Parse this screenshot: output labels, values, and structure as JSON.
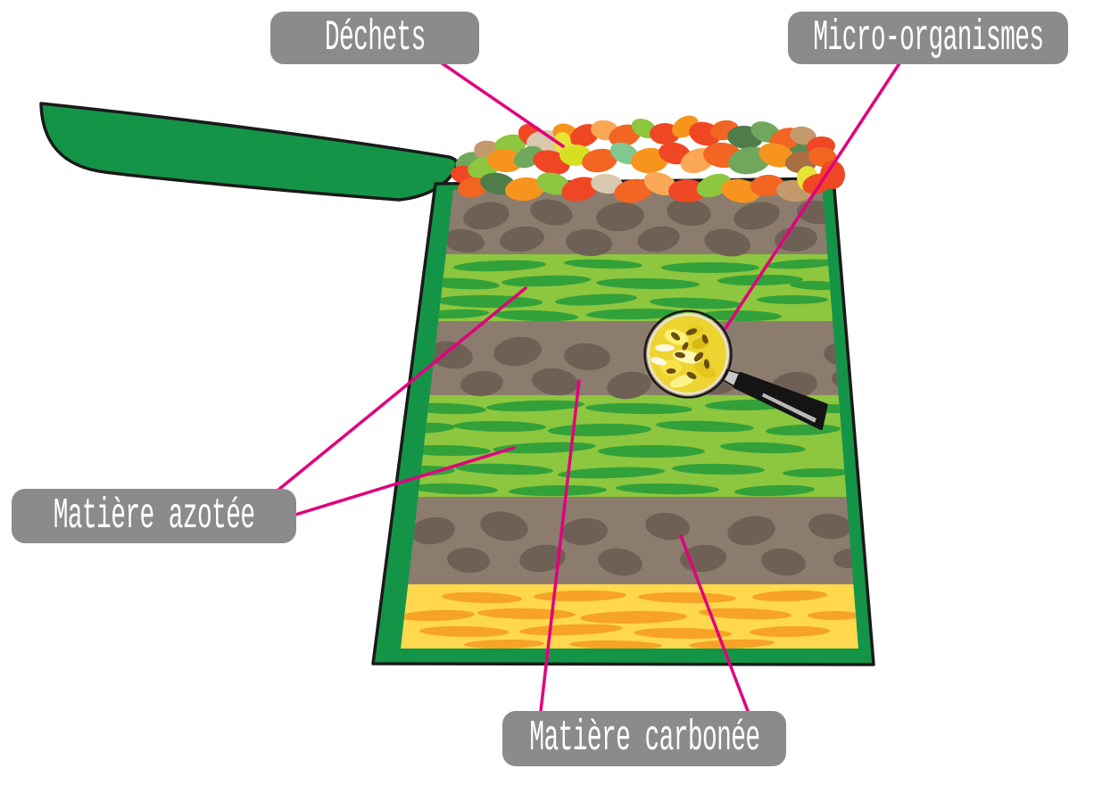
{
  "diagram": {
    "subject": "composter-cross-section-illustration",
    "labels": {
      "dechets": "Déchets",
      "micro_organismes": "Micro-organismes",
      "matiere_azotee": "Matière azotée",
      "matiere_carbonee": "Matière carbonée"
    },
    "layers_top_to_bottom": [
      "colorful waste pile",
      "brown layer with lumps",
      "green layer with blades",
      "brown layer with lumps (magnifier shows micro-organisms)",
      "green layer with blades",
      "brown layer with lumps",
      "yellow straw layer"
    ],
    "colors": {
      "label_background": "#8b8b8b",
      "label_text": "#ffffff",
      "leader_line_magenta": "#e2007d",
      "bin_and_lid_green": "#149447",
      "outline_black": "#1a1a1a",
      "carbon_layer_brown": "#8b7c6e",
      "carbon_lump_brown": "#6f6055",
      "nitrogen_layer_green": "#8dc63f",
      "nitrogen_blade_green": "#33a13a",
      "straw_layer_yellow": "#ffd84e",
      "straw_blade_orange": "#f6a327",
      "magnifier_content_yellow": "#eed431",
      "magnifier_speck_brown": "#6b4d10",
      "magnifier_handle_black": "#141414"
    }
  }
}
